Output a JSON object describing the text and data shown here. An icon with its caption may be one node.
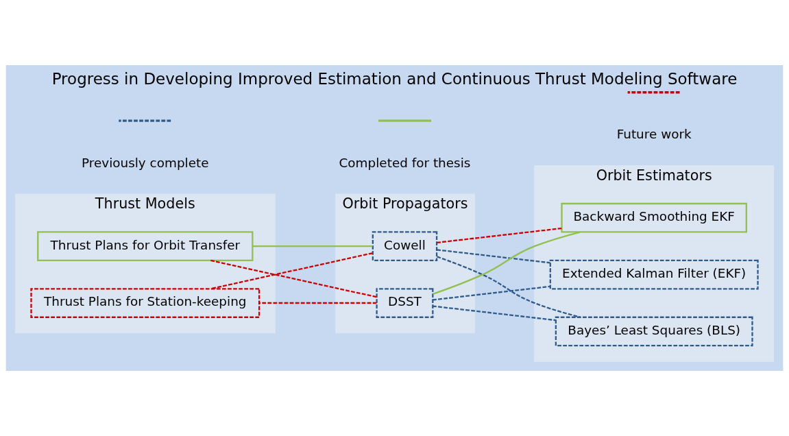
{
  "diagram": {
    "title": "Progress in Developing Improved Estimation and Continuous Thrust Modeling Software",
    "nodes": [
      {
        "text": [
          "Thrust Models"
        ]
      },
      {
        "text": [
          "Thrust Plans for Orbit Transfer"
        ],
        "in": 0
      },
      {
        "text": [
          "Thrust Plans for Station-keeping"
        ],
        "in": 0
      },
      {
        "text": [
          "Orbit Propagators"
        ]
      },
      {
        "text": [
          "Cowell"
        ],
        "in": 3
      },
      {
        "text": [
          "DSST"
        ],
        "in": 3
      },
      {
        "text": [
          "Orbit Estimators"
        ]
      },
      {
        "text": [
          "Extended Kalman Filter (EKF)"
        ],
        "in": 6
      },
      {
        "text": [
          "Bayes’ Least Squares (BLS)"
        ],
        "in": 6
      },
      {
        "text": [
          "Backward Smoothing EKF"
        ],
        "in": 6
      }
    ],
    "edges": [
      {
        "from": 1,
        "to": 4,
        "arrow": "none",
        "color": "#92c050"
      },
      {
        "from": 1,
        "to": 5,
        "arrow": "none",
        "style": "dashed",
        "color": "#cc0000"
      },
      {
        "from": 4,
        "to": 2,
        "arrow": "none",
        "style": "dashed",
        "color": "#cc0000"
      },
      {
        "from": 5,
        "to": 2,
        "arrow": "none",
        "style": "dashed",
        "color": "#cc0000"
      },
      {
        "from": 4,
        "to": 7,
        "arrow": "none",
        "style": "dashed",
        "color": "#2f5a8c"
      },
      {
        "from": 4,
        "to": 8,
        "arrow": "none",
        "style": "dashed",
        "color": "#2f5a8c"
      },
      {
        "from": 4,
        "to": 9,
        "arrow": "none",
        "style": "dashed",
        "color": "#cc0000"
      },
      {
        "from": 5,
        "to": 7,
        "arrow": "none",
        "style": "dashed",
        "color": "#2f5a8c"
      },
      {
        "from": 5,
        "to": 8,
        "arrow": "none",
        "style": "dashed",
        "color": "#2f5a8c"
      },
      {
        "from": 5,
        "to": 9,
        "arrow": "none",
        "color": "#92c050"
      }
    ],
    "legend": [
      {
        "text": "Previously complete"
      },
      {
        "text": "Completed for thesis"
      },
      {
        "text": "Future work"
      }
    ]
  }
}
